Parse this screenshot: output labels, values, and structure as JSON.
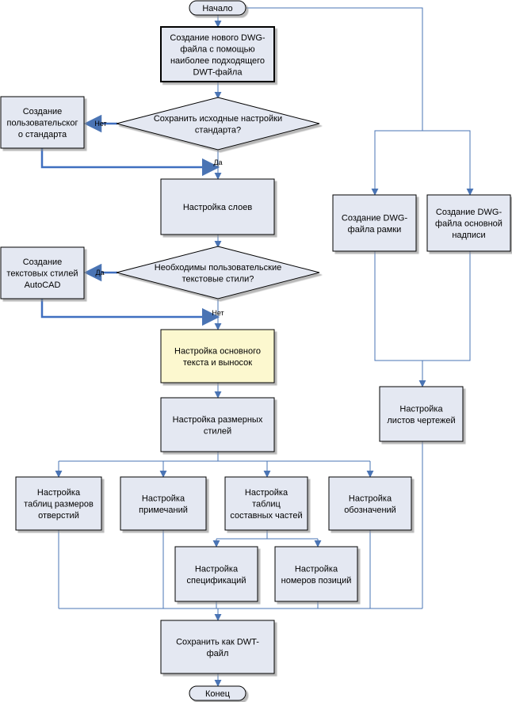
{
  "terminals": {
    "start": "Начало",
    "end": "Конец"
  },
  "boxes": {
    "create_dwg": [
      "Создание нового DWG-",
      "файла с помощью",
      "наиболее подходящего",
      "DWT-файла"
    ],
    "custom_std": [
      "Создание",
      "пользовательског",
      "о стандарта"
    ],
    "layers": [
      "Настройка слоев"
    ],
    "text_styles": [
      "Создание",
      "текстовых стилей",
      "AutoCAD"
    ],
    "text_leaders": [
      "Настройка основного",
      "текста и выносок"
    ],
    "dim_styles": [
      "Настройка размерных",
      "стилей"
    ],
    "hole_tables": [
      "Настройка",
      "таблиц размеров",
      "отверстий"
    ],
    "notes": [
      "Настройка",
      "примечаний"
    ],
    "parts_tables": [
      "Настройка",
      "таблиц",
      "составных частей"
    ],
    "symbols": [
      "Настройка",
      "обозначений"
    ],
    "specs": [
      "Настройка",
      "спецификаций"
    ],
    "balloons": [
      "Настройка",
      "номеров позиций"
    ],
    "save_dwt": [
      "Сохранить как DWT-",
      "файл"
    ],
    "frame_dwg": [
      "Создание DWG-",
      "файла рамки"
    ],
    "title_dwg": [
      "Создание DWG-",
      "файла основной",
      "надписи"
    ],
    "sheets": [
      "Настройка",
      "листов чертежей"
    ]
  },
  "decisions": {
    "keep_std": [
      "Сохранить исходные настройки",
      "стандарта?"
    ],
    "need_styles": [
      "Необходимы пользовательские",
      "текстовые стили?"
    ]
  },
  "edge_labels": {
    "no1": "Нет",
    "yes1": "Да",
    "yes2": "Да",
    "no2": "Нет"
  },
  "colors": {
    "box_fill": "#e4e8f2",
    "highlight_fill": "#fcf8cf",
    "line": "#4a74b4",
    "thick_line": "#3f6fc0",
    "border": "#000000"
  }
}
